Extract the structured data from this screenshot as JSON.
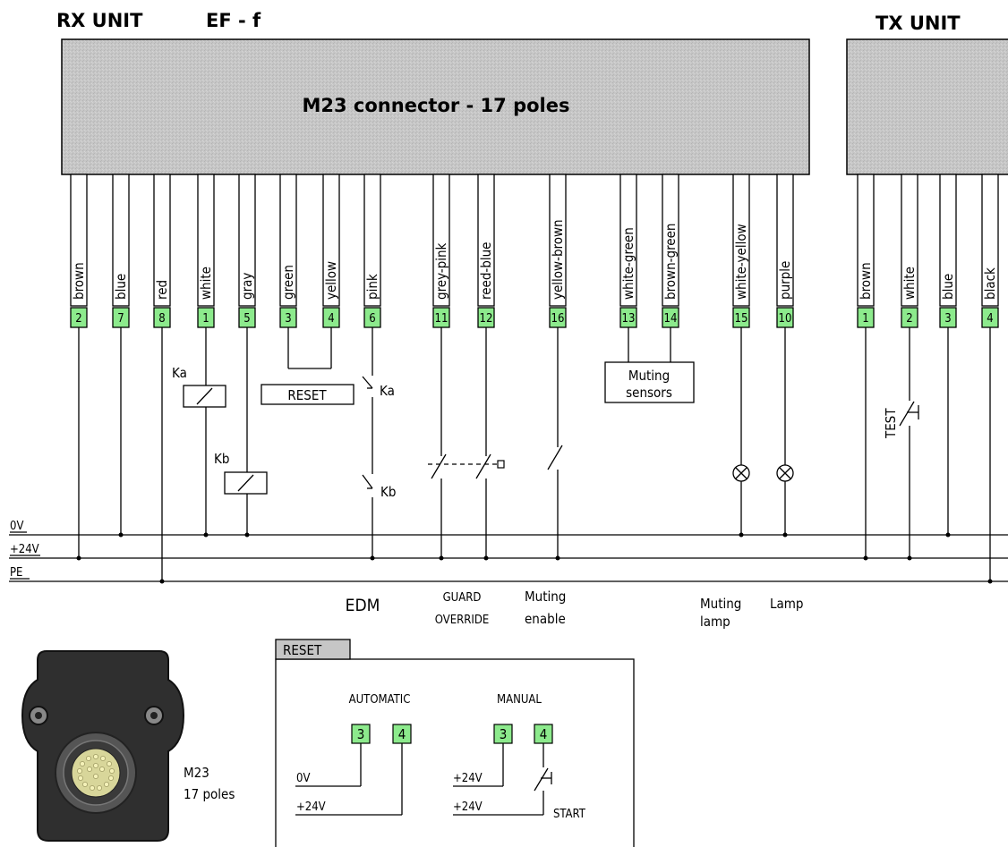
{
  "rx_title": "RX UNIT",
  "model_title": "EF - f",
  "tx_title": "TX UNIT",
  "connector_title": "M23 connector  - 17 poles",
  "rx_wires": [
    {
      "color": "brown",
      "pin": "2"
    },
    {
      "color": "blue",
      "pin": "7"
    },
    {
      "color": "red",
      "pin": "8"
    },
    {
      "color": "white",
      "pin": "1"
    },
    {
      "color": "gray",
      "pin": "5"
    },
    {
      "color": "green",
      "pin": "3"
    },
    {
      "color": "yellow",
      "pin": "4"
    },
    {
      "color": "pink",
      "pin": "6"
    },
    {
      "color": "grey-pink",
      "pin": "11"
    },
    {
      "color": "reed-blue",
      "pin": "12"
    },
    {
      "color": "yellow-brown",
      "pin": "16"
    },
    {
      "color": "white-green",
      "pin": "13"
    },
    {
      "color": "brown-green",
      "pin": "14"
    },
    {
      "color": "white-yellow",
      "pin": "15"
    },
    {
      "color": "purple",
      "pin": "10"
    }
  ],
  "tx_wires": [
    {
      "color": "brown",
      "pin": "1"
    },
    {
      "color": "white",
      "pin": "2"
    },
    {
      "color": "blue",
      "pin": "3"
    },
    {
      "color": "black",
      "pin": "4"
    }
  ],
  "rails": {
    "zero": "0V",
    "plus24": "+24V",
    "pe": "PE"
  },
  "components": {
    "ka": "Ka",
    "kb": "Kb",
    "reset_box": "RESET",
    "ka_contact": "Ka",
    "kb_contact": "Kb",
    "muting_sensors_1": "Muting",
    "muting_sensors_2": "sensors",
    "test": "TEST"
  },
  "bottom_labels": {
    "edm": "EDM",
    "guard_1": "GUARD",
    "guard_2": "OVERRIDE",
    "muting_enable_1": "Muting",
    "muting_enable_2": "enable",
    "muting_lamp_1": "Muting",
    "muting_lamp_2": "lamp",
    "lamp": "Lamp"
  },
  "m23_1": "M23",
  "m23_2": "17 poles",
  "reset_panel": {
    "tab": "RESET",
    "automatic": "AUTOMATIC",
    "manual": "MANUAL",
    "pin3": "3",
    "pin4": "4",
    "zero": "0V",
    "plus24": "+24V",
    "start": "START"
  },
  "colors": {
    "connector_fill": "#c4c4c4",
    "pin_fill": "#8cea8c",
    "background": "#ffffff"
  }
}
